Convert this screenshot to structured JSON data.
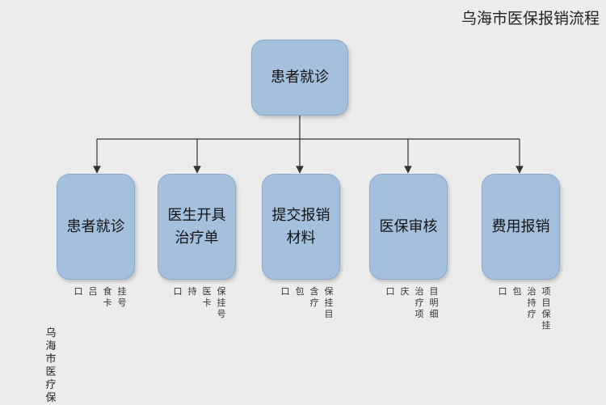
{
  "title": "乌海市医保报销流程",
  "root": {
    "label": "患者就诊"
  },
  "steps": [
    {
      "lines": [
        "患者就诊"
      ],
      "notes": [
        "口",
        "吕",
        "食",
        "卡",
        "挂",
        "号"
      ]
    },
    {
      "lines": [
        "医生开具",
        "治疗单"
      ],
      "notes": [
        "口",
        "持",
        "医",
        "卡",
        "保",
        "挂",
        "号"
      ]
    },
    {
      "lines": [
        "提交报销",
        "材料"
      ],
      "notes": [
        "口",
        "包",
        "含",
        "疗",
        "保",
        "挂",
        "目"
      ]
    },
    {
      "lines": [
        "医保审核"
      ],
      "notes": [
        "口",
        "庆",
        "治",
        "疗",
        "项",
        "目",
        "明",
        "细"
      ]
    },
    {
      "lines": [
        "费用报销"
      ],
      "notes": [
        "口",
        "包",
        "治",
        "持",
        "疗",
        "项",
        "目",
        "保",
        "挂"
      ]
    }
  ],
  "vertical_caption": "乌海市医疗保"
}
